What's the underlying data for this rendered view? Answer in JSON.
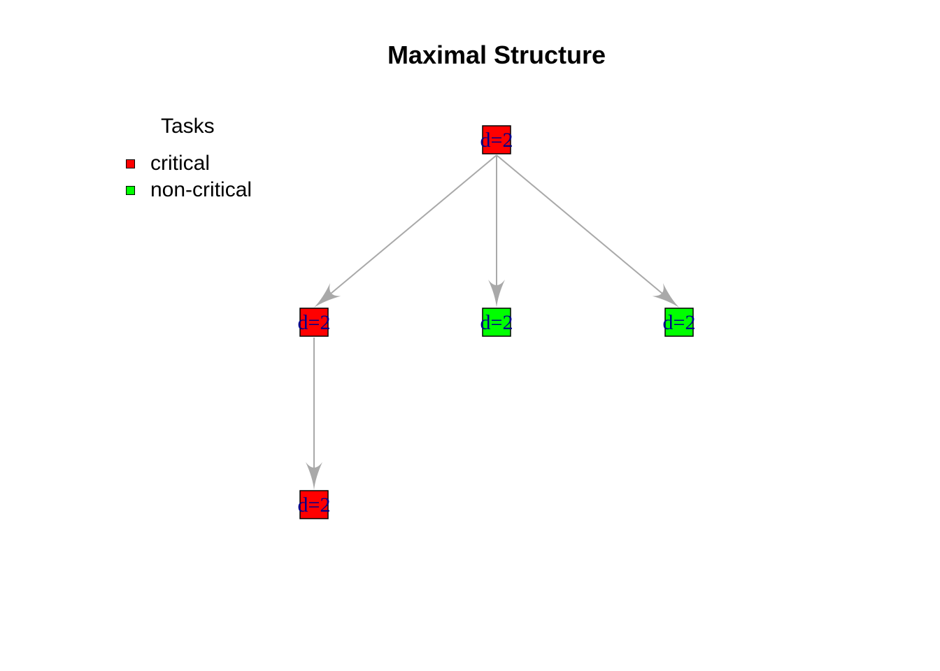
{
  "title": "Maximal Structure",
  "legend": {
    "title": "Tasks",
    "items": [
      {
        "label": "critical",
        "color": "#ff0000"
      },
      {
        "label": "non-critical",
        "color": "#00ff00"
      }
    ]
  },
  "graph": {
    "nodes": [
      {
        "id": "top",
        "label": "d=2",
        "status": "critical"
      },
      {
        "id": "left",
        "label": "d=2",
        "status": "critical"
      },
      {
        "id": "middle",
        "label": "d=2",
        "status": "non-critical"
      },
      {
        "id": "right",
        "label": "d=2",
        "status": "non-critical"
      },
      {
        "id": "bottom",
        "label": "d=2",
        "status": "critical"
      }
    ],
    "edges": [
      {
        "from": "top",
        "to": "left"
      },
      {
        "from": "top",
        "to": "middle"
      },
      {
        "from": "top",
        "to": "right"
      },
      {
        "from": "left",
        "to": "bottom"
      }
    ]
  },
  "colors": {
    "critical": "#ff0000",
    "non_critical": "#00ff00",
    "edge": "#a9a9a9",
    "node_label": "#00008b",
    "node_border": "#000000"
  }
}
